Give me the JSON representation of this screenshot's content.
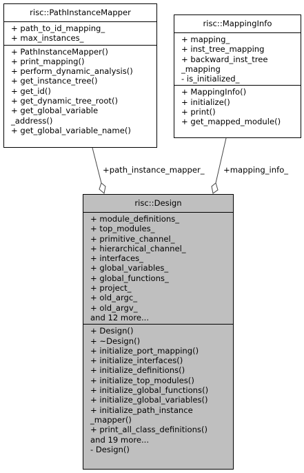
{
  "classes": {
    "path_instance_mapper": {
      "title": "risc::PathInstanceMapper",
      "attributes": [
        "+ path_to_id_mapping_",
        "+ max_instances_"
      ],
      "methods": [
        "+ PathInstanceMapper()",
        "+ print_mapping()",
        "+ perform_dynamic_analysis()",
        "+ get_instance_tree()",
        "+ get_id()",
        "+ get_dynamic_tree_root()",
        "+ get_global_variable",
        "_address()",
        "+ get_global_variable_name()"
      ]
    },
    "mapping_info": {
      "title": "risc::MappingInfo",
      "attributes": [
        "+ mapping_",
        "+ inst_tree_mapping",
        "+ backward_inst_tree",
        "_mapping",
        "- is_initialized_"
      ],
      "methods": [
        "+ MappingInfo()",
        "+ initialize()",
        "+ print()",
        "+ get_mapped_module()"
      ]
    },
    "design": {
      "title": "risc::Design",
      "attributes": [
        "+ module_definitions_",
        "+ top_modules_",
        "+ primitive_channel_",
        "+ hierarchical_channel_",
        "+ interfaces_",
        "+ global_variables_",
        "+ global_functions_",
        "+ project_",
        "+ old_argc_",
        "+ old_argv_",
        "and 12 more..."
      ],
      "methods": [
        "+ Design()",
        "+ ~Design()",
        "+ initialize_port_mapping()",
        "+ initialize_interfaces()",
        "+ initialize_definitions()",
        "+ initialize_top_modules()",
        "+ initialize_global_functions()",
        "+ initialize_global_variables()",
        "+ initialize_path_instance",
        "_mapper()",
        "+ print_all_class_definitions()",
        "and 19 more...",
        "- Design()"
      ]
    }
  },
  "edges": {
    "path_instance_mapper_label": "+path_instance_mapper_",
    "mapping_info_label": "+mapping_info_"
  }
}
